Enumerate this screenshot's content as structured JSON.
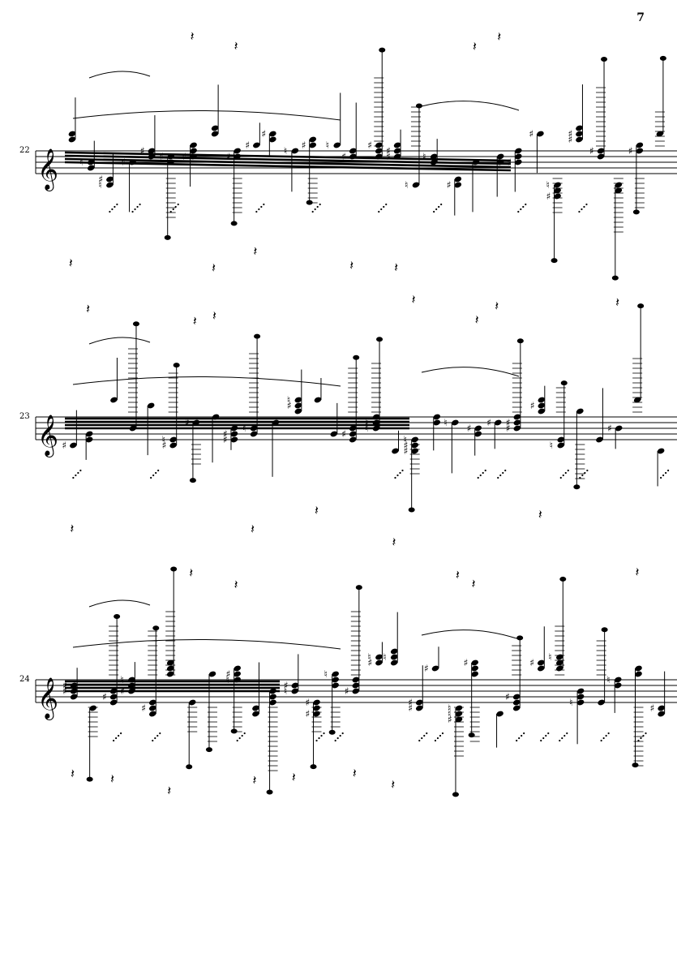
{
  "page": {
    "number": "7"
  },
  "systems": [
    {
      "measure": "22",
      "clef": "treble-clef-icon"
    },
    {
      "measure": "23",
      "clef": "treble-clef-icon"
    },
    {
      "measure": "24",
      "clef": "treble-clef-icon"
    }
  ],
  "symbols": {
    "sharp": "♯",
    "natural": "♮",
    "rest": "𝄽",
    "clef": "𝄞"
  },
  "colors": {
    "ink": "#000000",
    "paper": "#ffffff"
  }
}
